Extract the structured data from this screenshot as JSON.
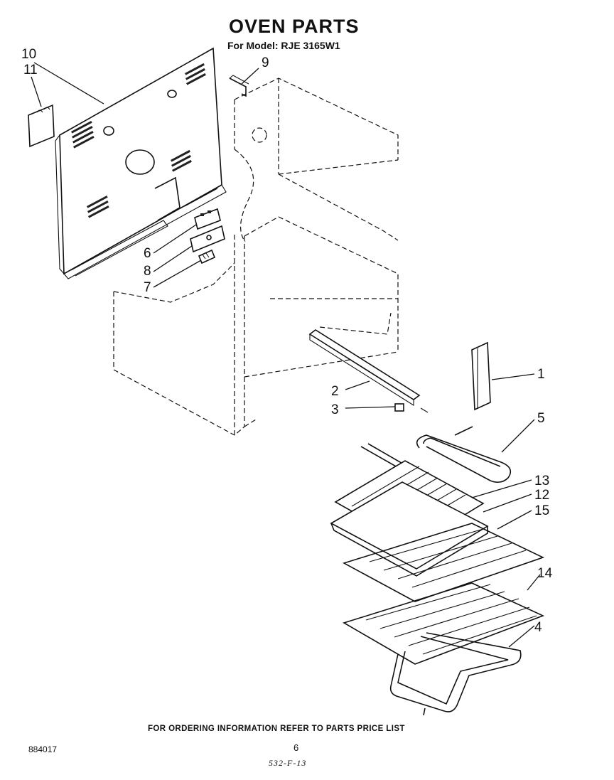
{
  "header": {
    "title": "OVEN PARTS",
    "model_line": "For Model: RJE 3165W1"
  },
  "callouts": {
    "c1": "1",
    "c2": "2",
    "c3": "3",
    "c4": "4",
    "c5": "5",
    "c6": "6",
    "c7": "7",
    "c8": "8",
    "c9": "9",
    "c10": "10",
    "c11": "11",
    "c12": "12",
    "c13": "13",
    "c14": "14",
    "c15": "15"
  },
  "footer": {
    "ordering_note": "FOR ORDERING INFORMATION REFER TO PARTS PRICE LIST",
    "doc_number": "884017",
    "page_number": "6",
    "code": "532-F-13"
  }
}
